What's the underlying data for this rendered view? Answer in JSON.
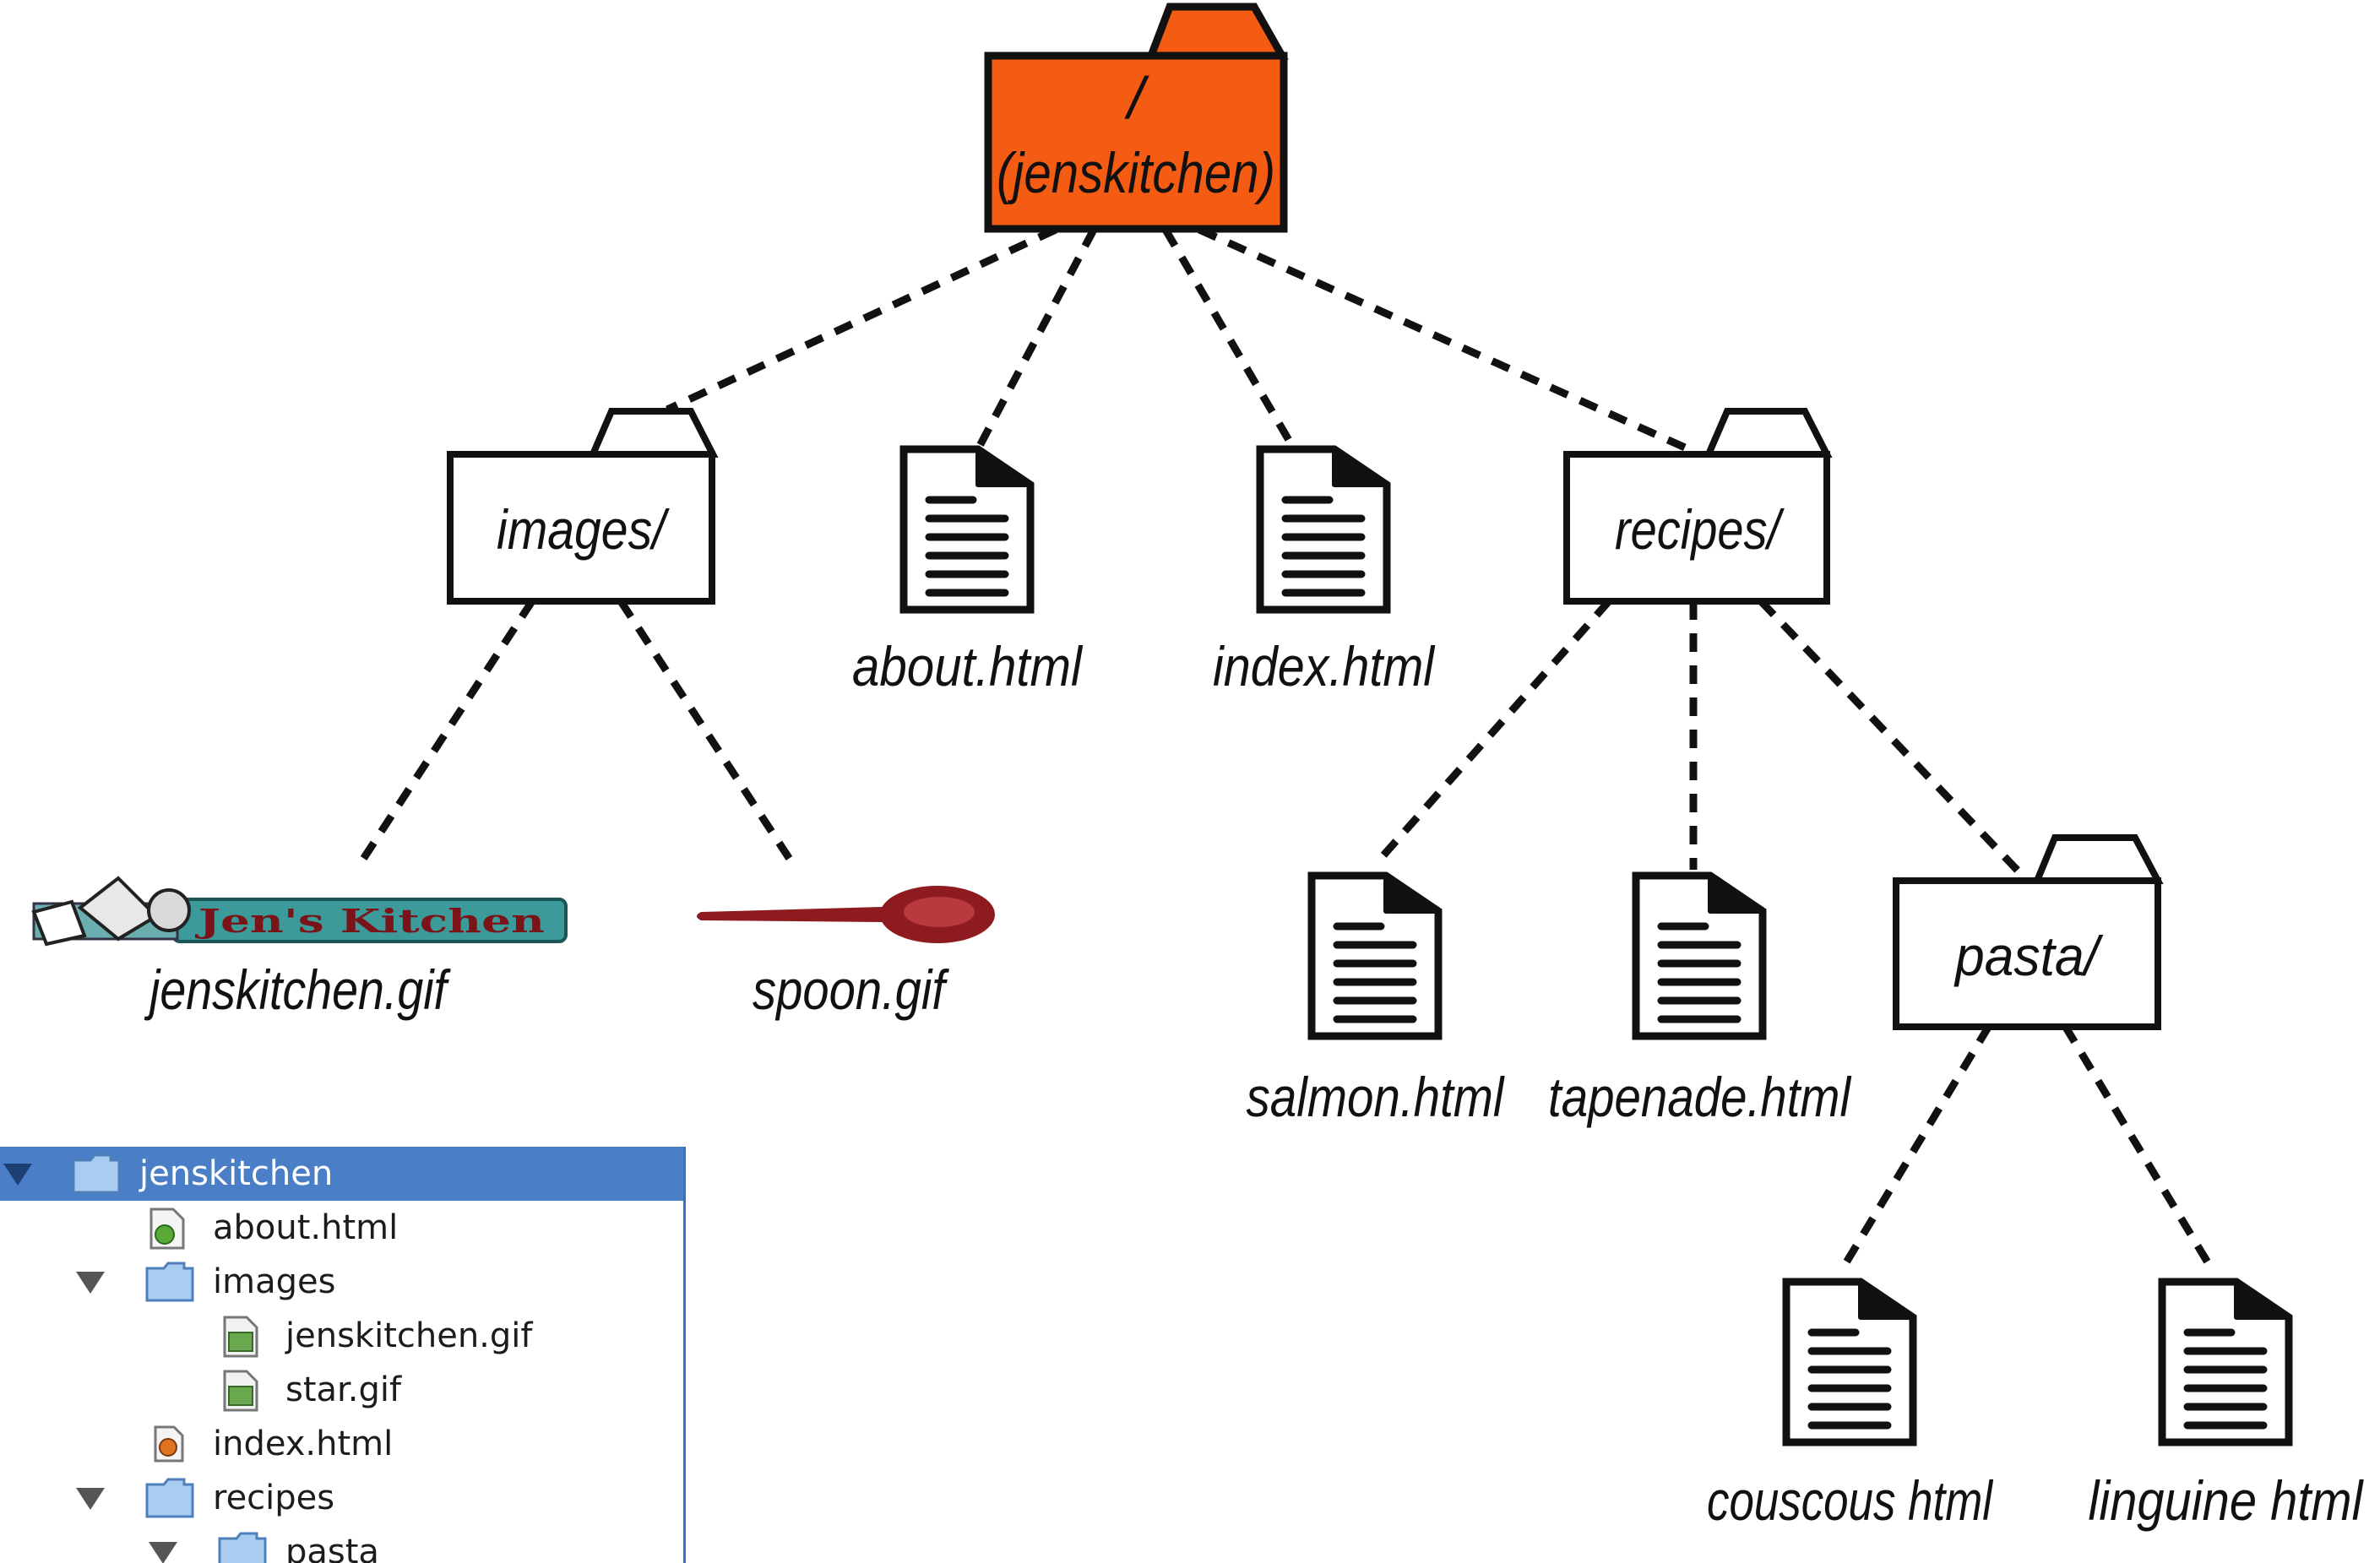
{
  "diagram": {
    "root": {
      "slash": "/",
      "name": "(jenskitchen)",
      "color": "#f45b13"
    },
    "nodes": {
      "images": "images/",
      "about": "about.html",
      "index": "index.html",
      "recipes": "recipes/",
      "jenskitchen_gif": "jenskitchen.gif",
      "spoon_gif": "spoon.gif",
      "salmon": "salmon.html",
      "tapenade": "tapenade.html",
      "pasta": "pasta/",
      "couscous": "couscous html",
      "linguine": "linguine html"
    },
    "logo_text": "Jen's Kitchen"
  },
  "tree": {
    "selection_color": "#4a7ec7",
    "rows": [
      {
        "label": "jenskitchen",
        "icon": "folder-icon",
        "expanded": true,
        "selected": true
      },
      {
        "label": "about.html",
        "icon": "html-file-icon"
      },
      {
        "label": "images",
        "icon": "folder-icon",
        "expanded": true
      },
      {
        "label": "jenskitchen.gif",
        "icon": "gif-file-icon"
      },
      {
        "label": "star.gif",
        "icon": "gif-file-icon"
      },
      {
        "label": "index.html",
        "icon": "html-file-icon"
      },
      {
        "label": "recipes",
        "icon": "folder-icon",
        "expanded": true
      },
      {
        "label": "pasta",
        "icon": "folder-icon",
        "expanded": true
      }
    ]
  }
}
